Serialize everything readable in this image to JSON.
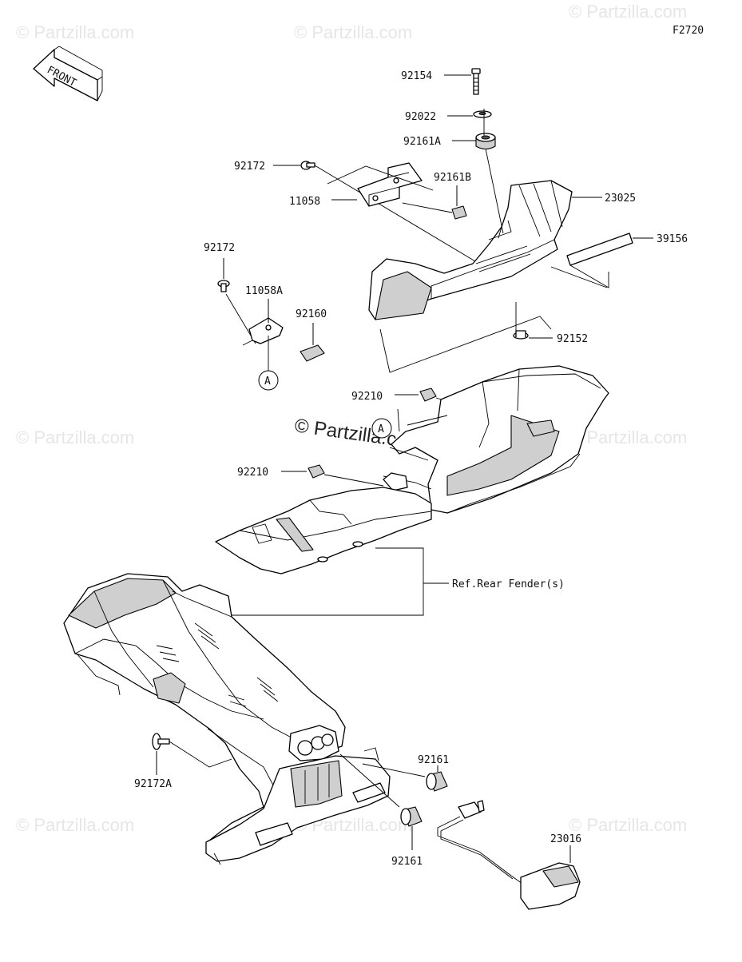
{
  "diagram": {
    "code": "F2720",
    "front_label": "FRONT",
    "watermark": "© Partzilla.com",
    "center_watermark": "© Partzilla.com",
    "ref_note": "Ref.Rear Fender(s)",
    "mark_a": "A",
    "parts": {
      "p92154": "92154",
      "p92022": "92022",
      "p92161A": "92161A",
      "p92172_top": "92172",
      "p92161B": "92161B",
      "p11058": "11058",
      "p23025": "23025",
      "p39156": "39156",
      "p92172_left": "92172",
      "p11058A": "11058A",
      "p92160": "92160",
      "p92152": "92152",
      "p92210_upper": "92210",
      "p92210_lower": "92210",
      "p92172A": "92172A",
      "p92161_upper": "92161",
      "p92161_lower": "92161",
      "p23016": "23016"
    }
  }
}
